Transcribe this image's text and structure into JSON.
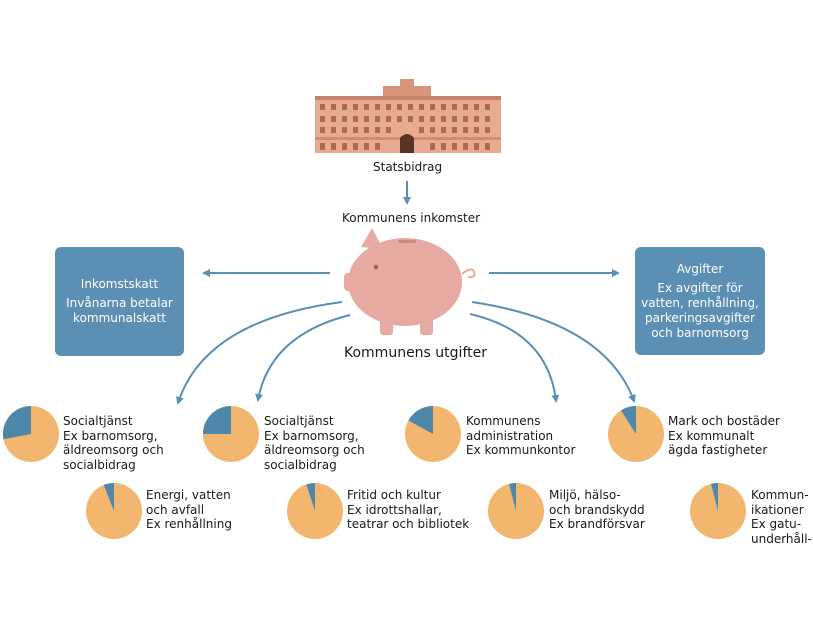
{
  "diagram": {
    "colors": {
      "pie_main": "#f2b66f",
      "pie_slice": "#4f87ab",
      "box": "#5b8fb3",
      "arrow": "#5b8fb3",
      "pig": "#e7aaa3",
      "building": "#e2a58a"
    },
    "building_label": "Statsbidrag",
    "income_title": "Kommunens inkomster",
    "expenses_title": "Kommunens utgifter",
    "left_box": {
      "lines": [
        "Inkomstskatt",
        "Invånarna betalar",
        "kommunalskatt"
      ]
    },
    "right_box": {
      "lines": [
        "Avgifter",
        "Ex avgifter för",
        "vatten, renhållning,",
        "parkeringsavgifter",
        "och barnomsorg"
      ]
    },
    "expenses": [
      {
        "lines": [
          "Socialtjänst",
          "Ex barnomsorg,",
          "äldreomsorg och",
          "socialbidrag"
        ],
        "share": 0.28
      },
      {
        "lines": [
          "Socialtjänst",
          "Ex barnomsorg,",
          "äldreomsorg och",
          "socialbidrag"
        ],
        "share": 0.25
      },
      {
        "lines": [
          "Kommunens",
          "administration",
          "Ex kommunkontor"
        ],
        "share": 0.17
      },
      {
        "lines": [
          "Mark och bostäder",
          "Ex kommunalt",
          "ägda fastigheter"
        ],
        "share": 0.09
      },
      {
        "lines": [
          "Energi, vatten",
          "och avfall",
          "Ex renhållning"
        ],
        "share": 0.06
      },
      {
        "lines": [
          "Fritid och kultur",
          "Ex idrottshallar,",
          "teatrar och bibliotek"
        ],
        "share": 0.05
      },
      {
        "lines": [
          "Miljö, hälso-",
          "och brandskydd",
          "Ex brandförsvar"
        ],
        "share": 0.04
      },
      {
        "lines": [
          "Kommun-",
          "ikationer",
          "Ex gatu-",
          "underhåll-"
        ],
        "share": 0.04
      }
    ]
  }
}
